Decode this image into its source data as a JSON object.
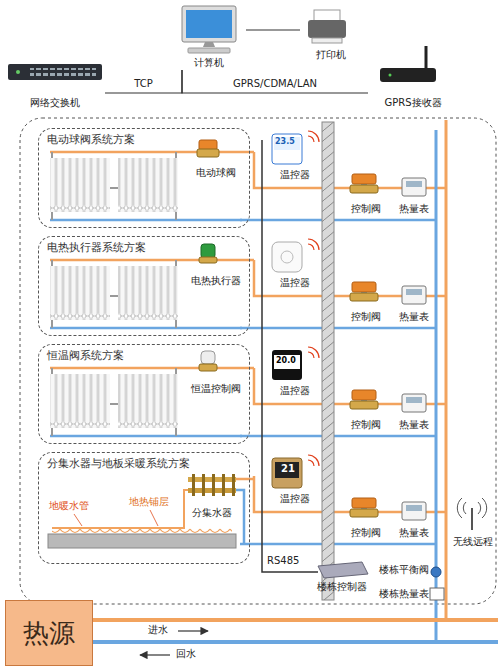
{
  "diagram": {
    "nodes": [
      {
        "text": [
          "网络交换机"
        ]
      },
      {
        "text": [
          "计算机"
        ]
      },
      {
        "text": [
          "打印机"
        ]
      },
      {
        "text": [
          "GPRS接收器"
        ]
      },
      {
        "text": [
          "电动球阀系统方案"
        ]
      },
      {
        "text": [
          "电动球阀"
        ],
        "in": 4
      },
      {
        "text": [
          "电热执行器系统方案"
        ]
      },
      {
        "text": [
          "电热执行器"
        ],
        "in": 6
      },
      {
        "text": [
          "恒温阀系统方案"
        ]
      },
      {
        "text": [
          "恒温控制阀"
        ],
        "in": 8
      },
      {
        "text": [
          "分集水器与地板采暖系统方案"
        ]
      },
      {
        "text": [
          "分集水器"
        ],
        "in": 10
      },
      {
        "text": [
          "温控器"
        ]
      },
      {
        "text": [
          "温控器"
        ]
      },
      {
        "text": [
          "温控器"
        ]
      },
      {
        "text": [
          "温控器"
        ]
      },
      {
        "text": [
          "控制阀"
        ]
      },
      {
        "text": [
          "控制阀"
        ]
      },
      {
        "text": [
          "控制阀"
        ]
      },
      {
        "text": [
          "控制阀"
        ]
      },
      {
        "text": [
          "热量表"
        ]
      },
      {
        "text": [
          "热量表"
        ]
      },
      {
        "text": [
          "热量表"
        ]
      },
      {
        "text": [
          "热量表"
        ]
      },
      {
        "text": [
          "楼栋控制器"
        ]
      },
      {
        "text": [
          "楼栋平衡阀"
        ]
      },
      {
        "text": [
          "楼栋热量表"
        ]
      },
      {
        "text": [
          "热源"
        ]
      }
    ],
    "edges": [
      {
        "from": 0,
        "to": 1,
        "label": "TCP",
        "arrow": "none"
      },
      {
        "from": 1,
        "to": 3,
        "label": "GPRS/CDMA/LAN",
        "arrow": "none"
      },
      {
        "from": 1,
        "to": 2,
        "arrow": "none"
      }
    ],
    "labels": [
      "23.5",
      "20.0",
      "21",
      "地暖水管",
      "地热铺层",
      "RS485",
      "无线远程",
      "进水",
      "回水"
    ]
  }
}
